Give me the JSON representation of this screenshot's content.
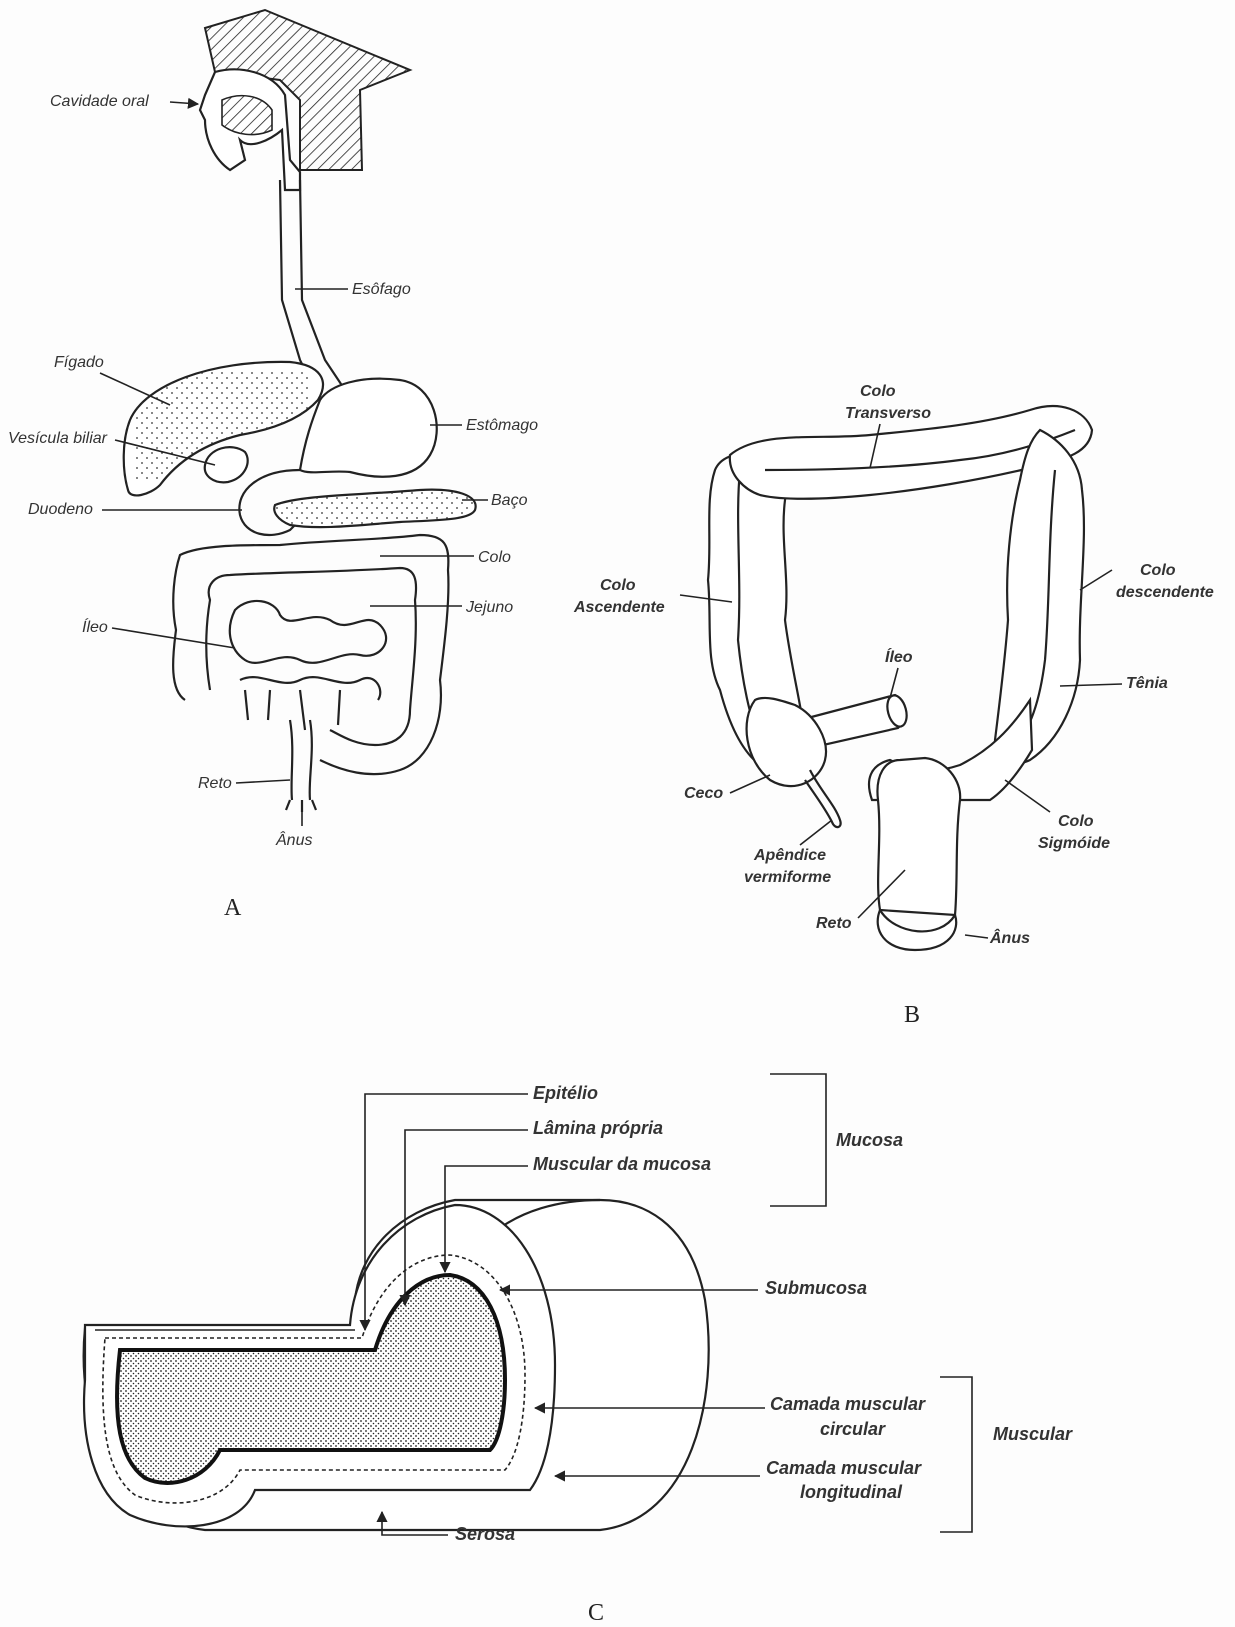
{
  "panel_a": {
    "letter": "A",
    "labels": {
      "oral_cavity": "Cavidade oral",
      "esophagus": "Esôfago",
      "liver": "Fígado",
      "stomach": "Estômago",
      "gallbladder": "Vesícula biliar",
      "spleen": "Baço",
      "duodenum": "Duodeno",
      "colon": "Colo",
      "jejunum": "Jejuno",
      "ileum": "Íleo",
      "rectum": "Reto",
      "anus": "Ânus"
    }
  },
  "panel_b": {
    "letter": "B",
    "labels": {
      "transverse_1": "Colo",
      "transverse_2": "Transverso",
      "ascending_1": "Colo",
      "ascending_2": "Ascendente",
      "descending_1": "Colo",
      "descending_2": "descendente",
      "ileum": "Íleo",
      "tenia": "Tênia",
      "cecum": "Ceco",
      "sigmoid_1": "Colo",
      "sigmoid_2": "Sigmóide",
      "appendix_1": "Apêndice",
      "appendix_2": "vermiforme",
      "rectum": "Reto",
      "anus": "Ânus"
    }
  },
  "panel_c": {
    "letter": "C",
    "labels": {
      "epithelium": "Epitélio",
      "lamina_propria": "Lâmina própria",
      "muscularis_mucosae": "Muscular da mucosa",
      "mucosa": "Mucosa",
      "submucosa": "Submucosa",
      "circular_1": "Camada muscular",
      "circular_2": "circular",
      "longitudinal_1": "Camada muscular",
      "longitudinal_2": "longitudinal",
      "muscular": "Muscular",
      "serosa": "Serosa"
    }
  }
}
